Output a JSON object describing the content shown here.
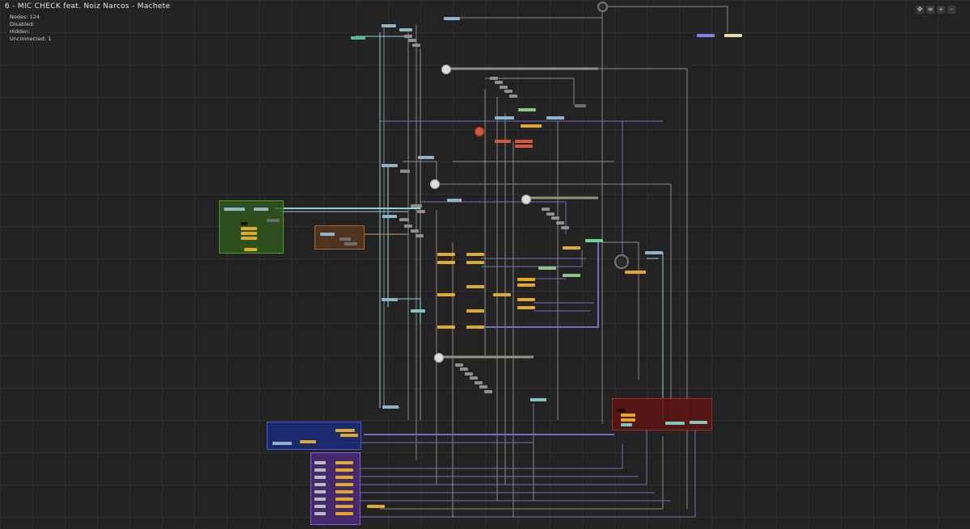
{
  "title": "6 - MIC CHECK feat. Noiz Narcos - Machete",
  "stats": {
    "nodes_label": "Nodes:",
    "nodes_value": "124",
    "disabled_label": "Disabled:",
    "hidden_label": "Hidden:",
    "unconnected_label": "Unconnected:",
    "unconnected_value": "1"
  },
  "toolbar": {
    "fit_icon": "move-icon",
    "fit_symbol": "✥",
    "menu_icon": "menu-icon",
    "menu_symbol": "≡",
    "zoom_in_symbol": "+",
    "zoom_out_symbol": "–"
  },
  "colors": {
    "background": "#232323",
    "grid": "#2c2c2c",
    "wire_gray": "#8a8a8a",
    "wire_blue": "#6f72b8",
    "wire_teal": "#8fd3d3",
    "group_green": "#2f5a1c",
    "group_brown": "#5a3a1e",
    "group_blue": "#1a2a7a",
    "group_purple": "#4a2a7a",
    "group_red": "#5a1414"
  }
}
